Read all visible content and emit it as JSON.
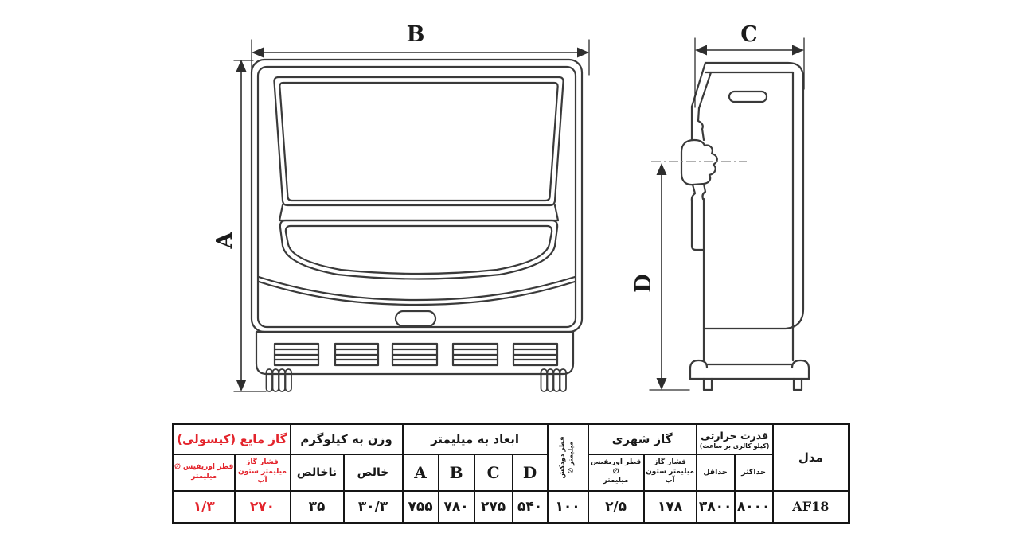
{
  "diagram": {
    "front_view": {
      "width_label": "B",
      "height_label": "A"
    },
    "side_view": {
      "depth_label": "C",
      "height_label": "D"
    }
  },
  "table": {
    "model": {
      "header": "مدل",
      "value": "AF18"
    },
    "heat": {
      "header": "قدرت حرارتی",
      "subheader": "(کیلو کالری بر ساعت)",
      "max_label": "حداکثر",
      "min_label": "حداقل",
      "max_value": "۸۰۰۰",
      "min_value": "۳۸۰۰"
    },
    "city_gas": {
      "header": "گاز شهری",
      "pressure_label_1": "فشار گاز",
      "pressure_label_2": "میلیمتر ستون آب",
      "orifice_label_1": "قطر اوریفیس ∅",
      "orifice_label_2": "میلیمتر",
      "pressure_value": "۱۷۸",
      "orifice_value": "۲/۵"
    },
    "chimney": {
      "header_line_1": "قطر دودکش",
      "header_line_2": "میلیمتر ∅",
      "value": "۱۰۰"
    },
    "dimensions": {
      "header": "ابعاد به میلیمتر",
      "cols": [
        "A",
        "B",
        "C",
        "D"
      ],
      "values": [
        "۷۵۵",
        "۷۸۰",
        "۲۷۵",
        "۵۴۰"
      ]
    },
    "weight": {
      "header": "وزن به کیلوگرم",
      "net_label": "خالص",
      "gross_label": "ناخالص",
      "net_value": "۳۰/۳",
      "gross_value": "۳۵"
    },
    "lpg": {
      "header": "گاز مایع (کپسولی)",
      "pressure_label_1": "فشار گاز",
      "pressure_label_2": "میلیمتر ستون آب",
      "orifice_label_1": "قطر اوریفیس ∅",
      "orifice_label_2": "میلیمتر",
      "pressure_value": "۲۷۰",
      "orifice_value": "۱/۳"
    }
  },
  "colors": {
    "accent_red": "#e3232b",
    "line": "#3a3a3a",
    "border": "#151515"
  }
}
